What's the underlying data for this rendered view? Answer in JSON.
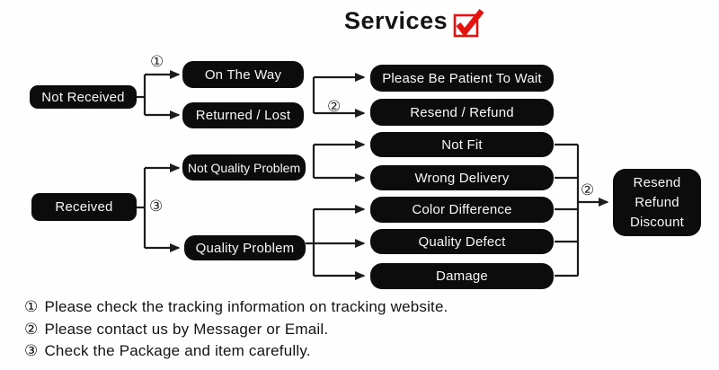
{
  "title": "Services",
  "colors": {
    "accent_red": "#e41310",
    "box_black": "#0c0c0c",
    "line": "#1c1c1c"
  },
  "nodes": {
    "not_received": "Not Received",
    "received": "Received",
    "on_the_way": "On The Way",
    "returned_lost": "Returned / Lost",
    "not_quality_problem": "Not Quality Problem",
    "quality_problem": "Quality Problem",
    "please_wait": "Please Be Patient To Wait",
    "resend_refund": "Resend / Refund",
    "not_fit": "Not Fit",
    "wrong_delivery": "Wrong Delivery",
    "color_difference": "Color Difference",
    "quality_defect": "Quality Defect",
    "damage": "Damage",
    "resend_refund_discount": "Resend\nRefund\nDiscount"
  },
  "markers": {
    "m1": "①",
    "m2": "②",
    "m3": "③"
  },
  "notes": [
    {
      "num": "①",
      "text": "Please check the tracking information on tracking website."
    },
    {
      "num": "②",
      "text": "Please contact us by Messager or Email."
    },
    {
      "num": "③",
      "text": "Check the Package and item carefully."
    }
  ]
}
